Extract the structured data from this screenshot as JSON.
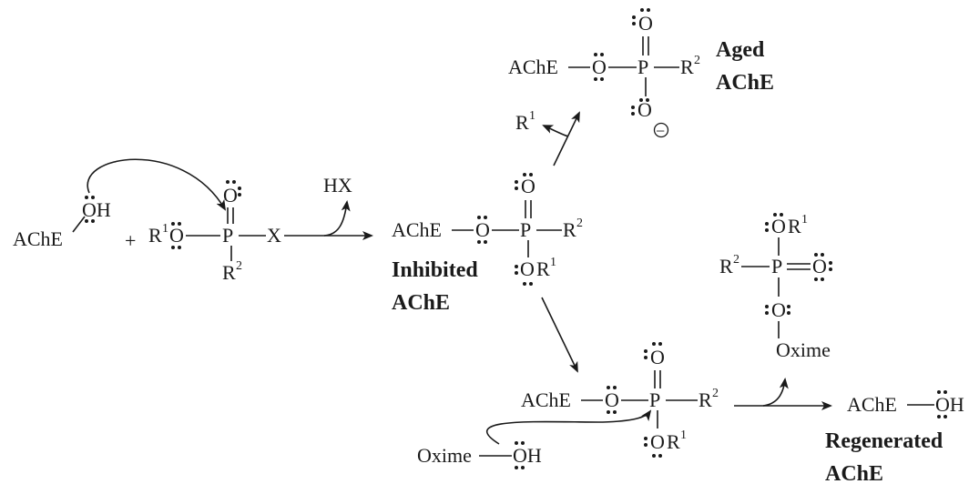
{
  "labels": {
    "aged_line1": "Aged",
    "aged_line2": "AChE",
    "inhibited_line1": "Inhibited",
    "inhibited_line2": "AChE",
    "regenerated_line1": "Regenerated",
    "regenerated_line2": "AChE"
  },
  "text": {
    "ache": "AChE",
    "oh": "OH",
    "o": "O",
    "p": "P",
    "x": "X",
    "r": "R",
    "sup1": "1",
    "sup2": "2",
    "hx": "HX",
    "plus": "+",
    "oxime": "Oxime",
    "minus": "−"
  }
}
